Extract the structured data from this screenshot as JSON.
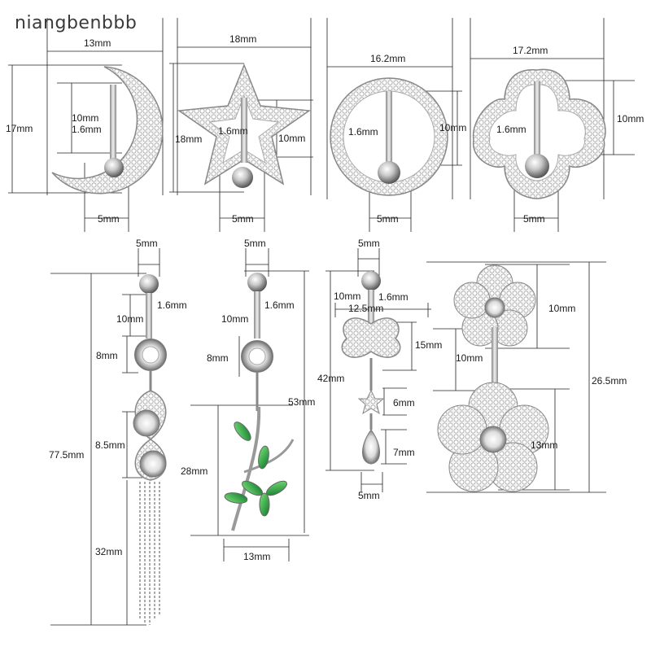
{
  "watermark": "niangbenbbb",
  "items": [
    {
      "name": "moon",
      "labels": {
        "width": "13mm",
        "height": "17mm",
        "bar": "10mm",
        "gauge": "1.6mm",
        "ball": "5mm"
      }
    },
    {
      "name": "star",
      "labels": {
        "width": "18mm",
        "height": "18mm",
        "bar": "10mm",
        "gauge": "1.6mm",
        "ball": "5mm"
      }
    },
    {
      "name": "circle",
      "labels": {
        "width": "16.2mm",
        "height": "10mm",
        "gauge": "1.6mm",
        "ball": "5mm"
      }
    },
    {
      "name": "clover",
      "labels": {
        "width": "17.2mm",
        "height": "10mm",
        "gauge": "1.6mm",
        "ball": "5mm"
      }
    },
    {
      "name": "tassel",
      "labels": {
        "ball": "5mm",
        "bar": "10mm",
        "gauge": "1.6mm",
        "gem": "8mm",
        "charm": "8.5mm",
        "chain": "32mm",
        "total": "77.5mm"
      }
    },
    {
      "name": "leaf",
      "labels": {
        "ball": "5mm",
        "bar": "10mm",
        "gauge": "1.6mm",
        "gem": "8mm",
        "charm": "28mm",
        "width": "13mm",
        "total": "53mm"
      }
    },
    {
      "name": "butterfly",
      "labels": {
        "ball": "5mm",
        "bar": "10mm",
        "gauge": "1.6mm",
        "width": "12.5mm",
        "wing": "15mm",
        "star": "6mm",
        "drop": "7mm",
        "bottom": "5mm",
        "total": "42mm"
      }
    },
    {
      "name": "flower",
      "labels": {
        "top": "10mm",
        "bar": "10mm",
        "bottom": "13mm",
        "total": "26.5mm"
      }
    }
  ]
}
